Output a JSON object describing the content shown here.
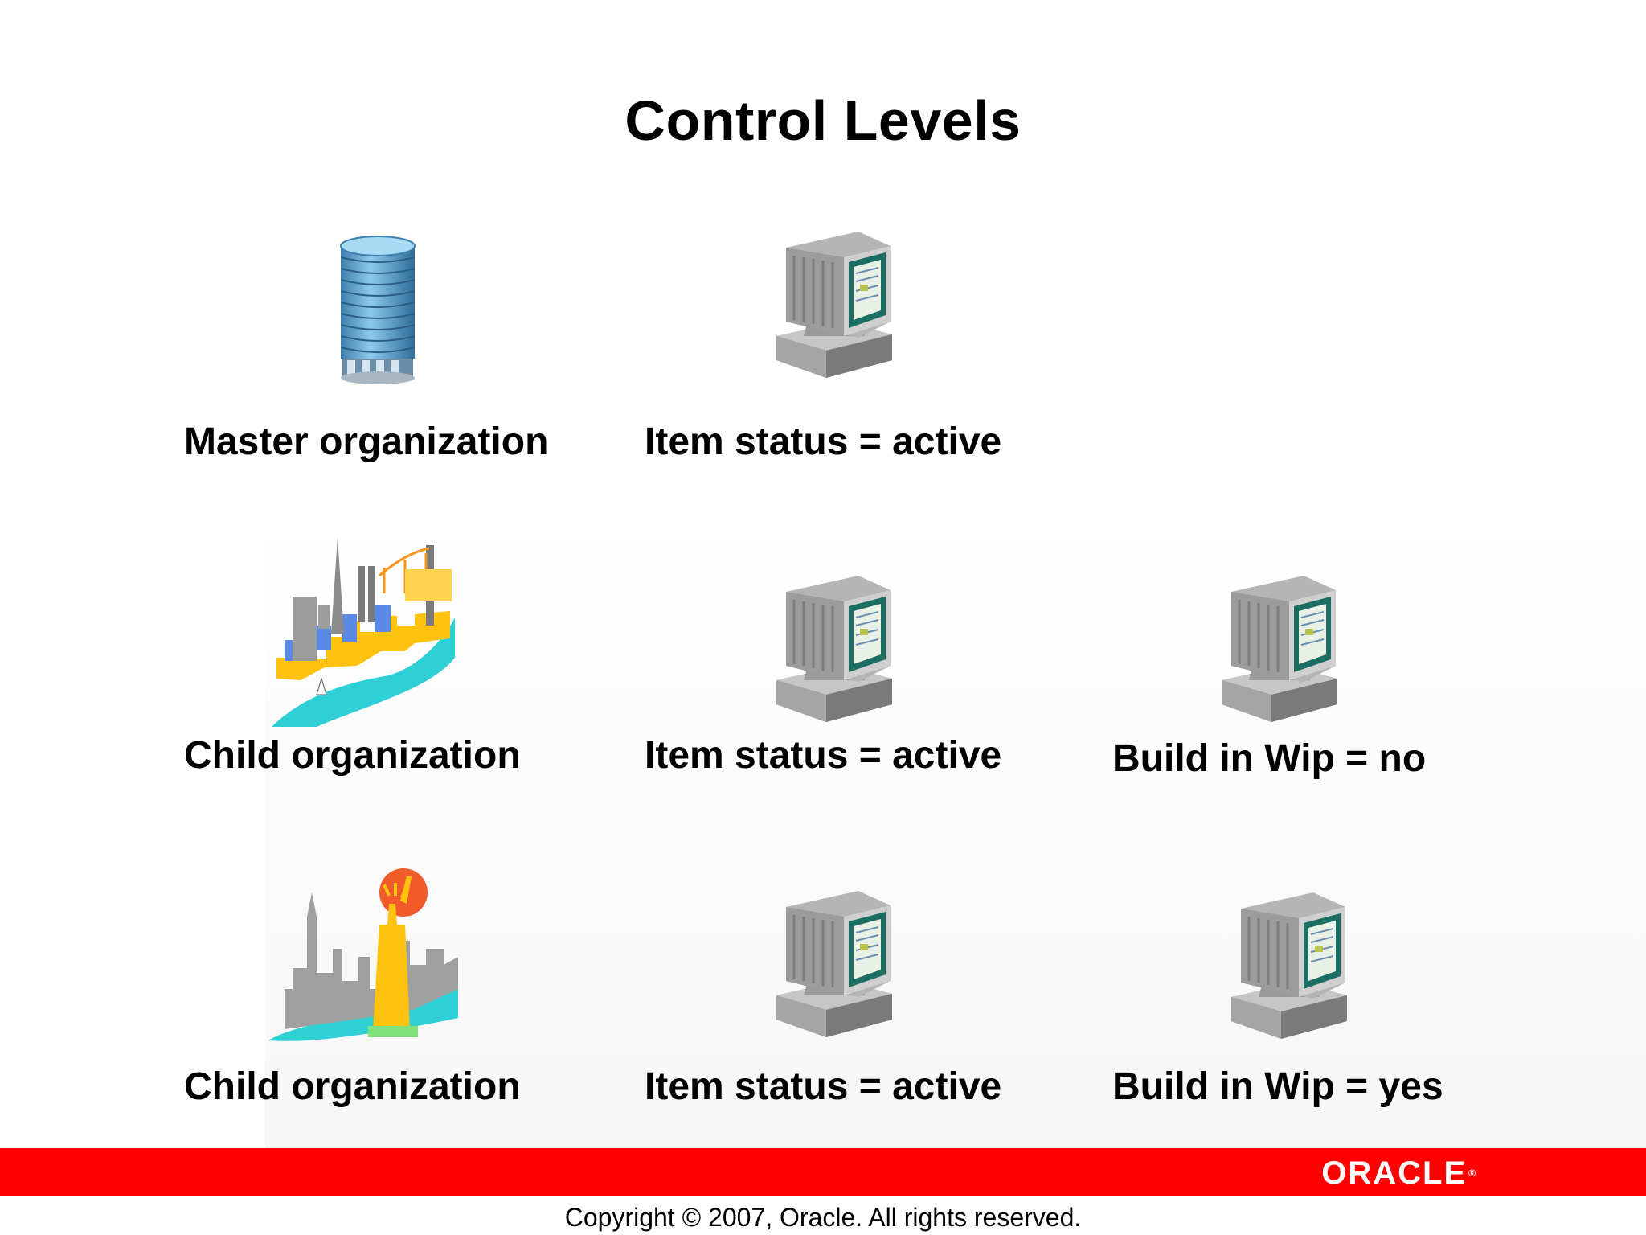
{
  "slide": {
    "title": "Control Levels",
    "rows": [
      {
        "org": "Master organization",
        "status": "Item status = active",
        "wip": ""
      },
      {
        "org": "Child organization",
        "status": "Item status = active",
        "wip": "Build in Wip = no"
      },
      {
        "org": "Child organization",
        "status": "Item status = active",
        "wip": "Build in Wip = yes"
      }
    ],
    "icons": {
      "master": "database-icon",
      "child_1": "san-francisco-skyline-icon",
      "child_2": "new-york-skyline-icon",
      "computer": "computer-icon"
    }
  },
  "footer": {
    "logo_text": "ORACLE",
    "copyright": "Copyright © 2007, Oracle. All rights reserved."
  },
  "colors": {
    "footer_bar": "#ff0000",
    "database": "#6fb2d6"
  }
}
